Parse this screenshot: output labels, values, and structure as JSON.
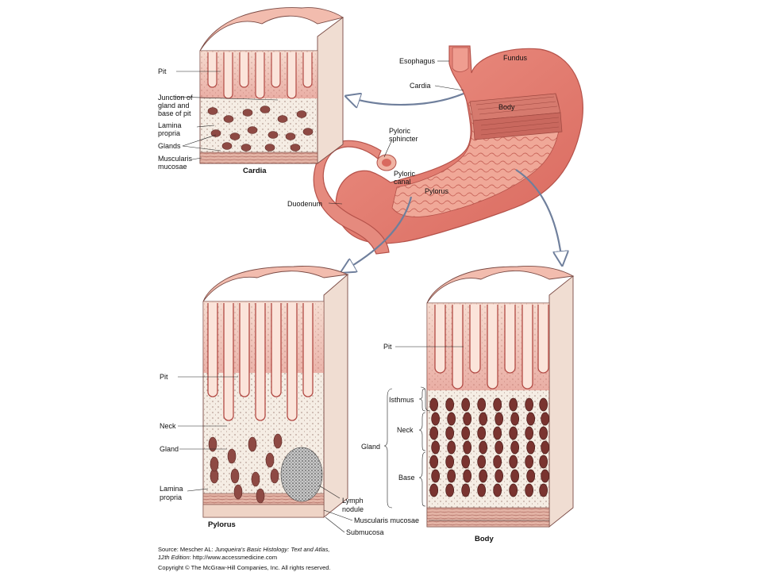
{
  "colors": {
    "mucosa": "#e98a82",
    "mucosa_light": "#f4c2b4",
    "mucosa_dark": "#c85a52",
    "lamina": "#f4ece2",
    "gland_dark": "#7a3430",
    "stomach": "#e37e72",
    "stomach_light": "#f3b8a6",
    "arrow": "#8a9ab8"
  },
  "stomach": {
    "esophagus": "Esophagus",
    "fundus": "Fundus",
    "cardia": "Cardia",
    "body": "Body",
    "pyloric_sphincter": [
      "Pyloric",
      "sphincter"
    ],
    "pyloric_canal": [
      "Pyloric",
      "canal"
    ],
    "pylorus": "Pylorus",
    "duodenum": "Duodenum"
  },
  "cardia_block": {
    "title": "Cardia",
    "pit": "Pit",
    "junction": [
      "Junction of",
      "gland and",
      "base of pit"
    ],
    "lamina_propria": [
      "Lamina",
      "propria"
    ],
    "glands": "Glands",
    "muscularis": [
      "Muscularis",
      "mucosae"
    ]
  },
  "pylorus_block": {
    "title": "Pylorus",
    "pit": "Pit",
    "neck": "Neck",
    "gland": "Gland",
    "lamina_propria": [
      "Lamina",
      "propria"
    ],
    "lymph_nodule": [
      "Lymph",
      "nodule"
    ],
    "muscularis": "Muscularis mucosae",
    "submucosa": "Submucosa"
  },
  "body_block": {
    "title": "Body",
    "pit": "Pit",
    "isthmus": "Isthmus",
    "neck": "Neck",
    "gland": "Gland",
    "base": "Base"
  },
  "source": {
    "prefix": "Source: Mescher AL: ",
    "book": "Junqueira's Basic Histology: Text and Atlas,",
    "edition": "12th Edition",
    "url": ": http://www.accessmedicine.com",
    "copyright": "Copyright © The McGraw-Hill Companies, Inc. All rights reserved."
  }
}
